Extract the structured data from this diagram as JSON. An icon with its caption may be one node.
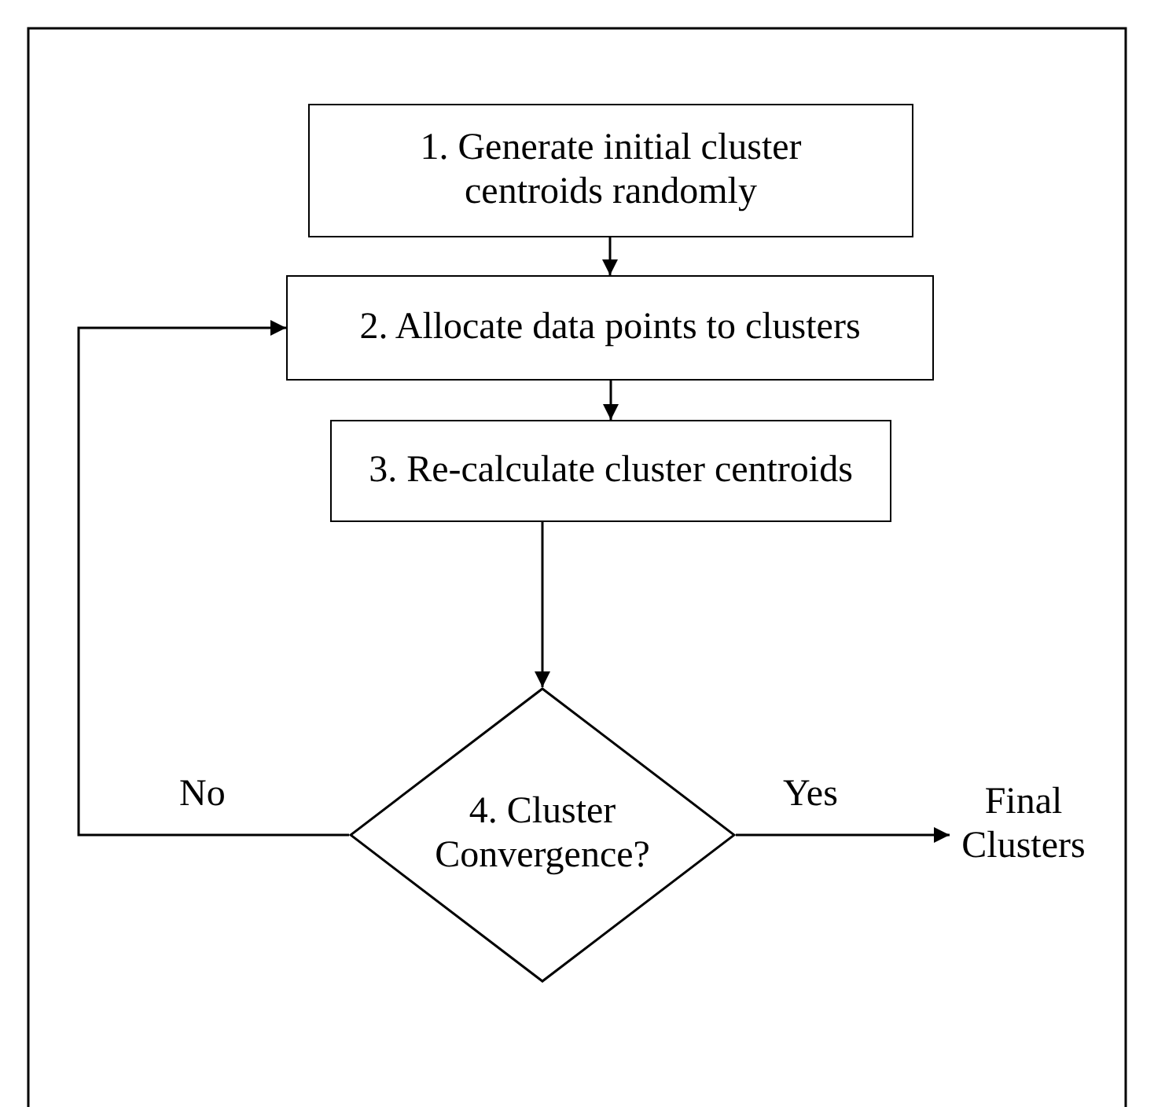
{
  "diagram": {
    "nodes": [
      {
        "text": [
          "1.  Generate initial cluster centroids randomly"
        ]
      },
      {
        "text": [
          "2. Allocate data points to clusters"
        ]
      },
      {
        "text": [
          "3. Re-calculate cluster centroids"
        ]
      },
      {
        "text": [
          "4. Cluster Convergence?"
        ]
      },
      {
        "text": [
          "Final Clusters"
        ]
      }
    ],
    "edges": [
      {
        "from": 0,
        "to": 1,
        "arrow": "to"
      },
      {
        "from": 1,
        "to": 2,
        "arrow": "to"
      },
      {
        "from": 2,
        "to": 3,
        "arrow": "to"
      },
      {
        "from": 3,
        "to": 1,
        "arrow": "to",
        "label": "No"
      },
      {
        "from": 3,
        "to": 4,
        "arrow": "to",
        "label": "Yes"
      }
    ]
  }
}
